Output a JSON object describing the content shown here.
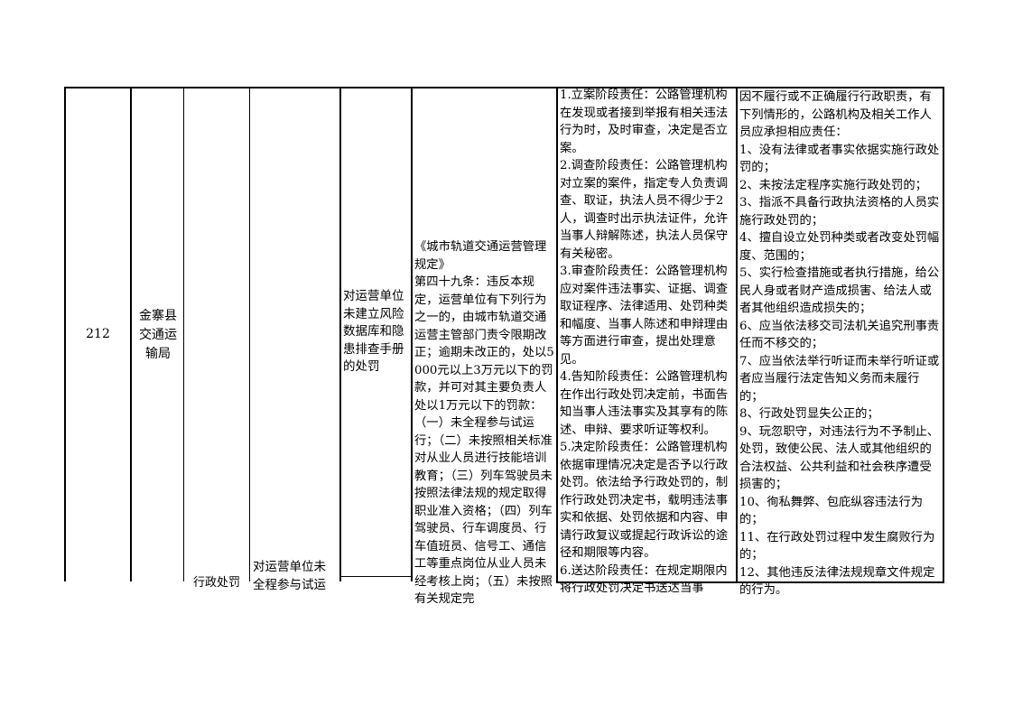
{
  "row": {
    "number": "212",
    "department": "金寨县交通运输局",
    "category_partial": "行政处罚",
    "item_name": "对运营单位未建立风险数据库和隐患排查手册的处罚",
    "sub_item_partial": "对运营单位未全程参与试运",
    "basis_lines": [
      "《城市轨道交通运营管理规定》",
      "第四十九条：违反本规定，运营单位有下列行为之一的，由城市轨道交通运营主管部门责令限期改正；逾期未改正的，处以5000元以上3万元以下的罚款，并可对其主要负责人处以1万元以下的罚款：（一）未全程参与试运行；（二）未按照相关标准对从业人员进行技能培训教育；（三）列车驾驶员未按照法律法规的规定取得职业准入资格；（四）列车驾驶员、行车调度员、行车值班员、信号工、通信工等重点岗位从业人员未经考核上岗；（五）未按照有关规定完"
    ],
    "responsibility_items": [
      "1.立案阶段责任：公路管理机构在发现或者接到举报有相关违法行为时，及时审查，决定是否立案。",
      "2.调查阶段责任：公路管理机构对立案的案件，指定专人负责调查、取证，执法人员不得少于2人，调查时出示执法证件，允许当事人辩解陈述，执法人员保守有关秘密。",
      "3.审查阶段责任：公路管理机构应对案件违法事实、证据、调查取证程序、法律适用、处罚种类和幅度、当事人陈述和申辩理由等方面进行审查，提出处理意见。",
      "4.告知阶段责任：公路管理机构在作出行政处罚决定前，书面告知当事人违法事实及其享有的陈述、申辩、要求听证等权利。",
      "5.决定阶段责任：公路管理机构依据审理情况决定是否予以行政处罚。依法给予行政处罚的，制作行政处罚决定书，载明违法事实和依据、处罚依据和内容、申请行政复议或提起行政诉讼的途径和期限等内容。",
      "6.送达阶段责任：在规定期限内将行政处罚决定书送达当事"
    ],
    "liability_lines": [
      "因不履行或不正确履行行政职责，有下列情形的，公路机构及相关工作人员应承担相应责任：",
      "1、没有法律或者事实依据实施行政处罚的；",
      "2、未按法定程序实施行政处罚的；",
      "3、指派不具备行政执法资格的人员实施行政处罚的；",
      "4、擅自设立处罚种类或者改变处罚幅度、范围的；",
      "5、实行检查措施或者执行措施，给公民人身或者财产造成损害、给法人或者其他组织造成损失的；",
      "6、应当依法移交司法机关追究刑事责任而不移交的；",
      "7、应当依法举行听证而未举行听证或者应当履行法定告知义务而未履行的；",
      "8、行政处罚显失公正的；",
      "9、玩忽职守，对违法行为不予制止、处罚，致使公民、法人或其他组织的合法权益、公共利益和社会秩序遭受损害的；",
      "10、徇私舞弊、包庇纵容违法行为的；",
      "11、在行政处罚过程中发生腐败行为的；",
      "12、其他违反法律法规规章文件规定的行为。"
    ]
  }
}
